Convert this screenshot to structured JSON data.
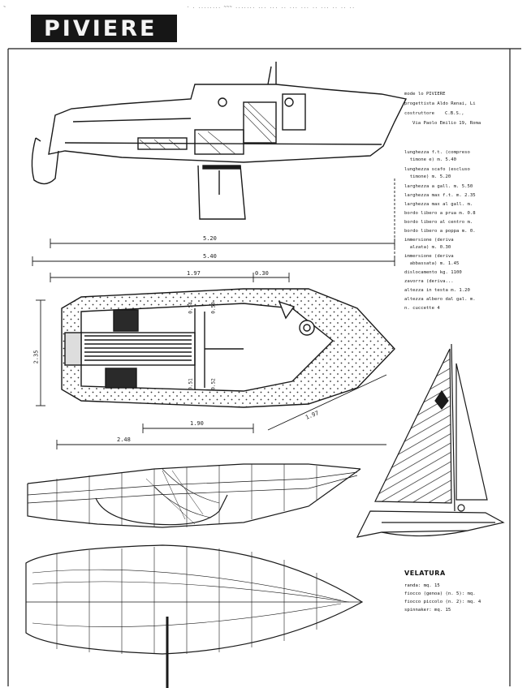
{
  "header": {
    "title": "PIVIERE",
    "top_strip": "- . ........ ~~~ ....... ... ... .. ... ... .. ... .. .. ..",
    "tiny_mark": "~"
  },
  "specs": {
    "model": "mode lo PIVIERE",
    "designer": "progettista Aldo Renai, Li",
    "builder_label": "costruttore",
    "builder": "C.B.S.,",
    "address": "Via Paolo Emilio 19, Roma",
    "lines": [
      "lunghezza f.t. (compreso",
      "  timone e) m. 5.40",
      "lunghezza scafo (escluso",
      "  timone) m. 5.20",
      "larghezza a gall. m. 5.50",
      "larghezza max f.t. m. 2.35",
      "larghezza max al gall. m.",
      "bordo libero a prua m. 0.8",
      "bordo libero al centro m.",
      "bordo libero a poppa m. 0.",
      "immersione (deriva",
      "  alzata) m. 0.30",
      "immersione (deriva",
      "  abbassata) m. 1.45",
      "dislocamento kg. 1100",
      "zavorra (deriva...",
      "altezza in testa m. 1.20",
      "altezza albero dal gal. m.",
      "n. cuccette 4"
    ]
  },
  "dimensions": {
    "hull_length": "5.20",
    "total_length": "5.40",
    "deck_a": "1.97",
    "deck_b": "0.30",
    "beam": "2.35",
    "cockpit": "1.90",
    "bow_diag": "1.97",
    "stern_mark": "2.48",
    "label_1": "0.54",
    "label_2": "0.50",
    "label_3": "0.51",
    "label_4": "0.52"
  },
  "sails": {
    "title": "VELATURA",
    "lines": [
      "randa: mq. 15",
      "fiocco (genoa) (n. 5): mq.",
      "fiocco piccolo (n. 2): mq. 4",
      "spinnaker: mq. 15"
    ]
  },
  "colors": {
    "ink": "#1a1a1a",
    "paper": "#ffffff",
    "banner": "#161616"
  }
}
